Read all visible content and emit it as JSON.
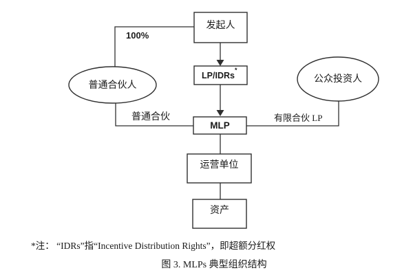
{
  "colors": {
    "background": "#ffffff",
    "line": "#2f2f2f",
    "text": "#1a1a1a"
  },
  "diagram": {
    "nodes": {
      "sponsor": {
        "label": "发起人"
      },
      "lp_idrs": {
        "label": "LP/IDRs",
        "superscript": "*"
      },
      "mlp": {
        "label": "MLP"
      },
      "operating_unit": {
        "label": "运营单位"
      },
      "assets": {
        "label": "资产"
      },
      "general_partner": {
        "label": "普通合伙人"
      },
      "public_investors": {
        "label": "公众投资人"
      }
    },
    "edge_labels": {
      "ownership_pct": "100%",
      "general_partnership": "普通合伙",
      "limited_partnership": "有限合伙 LP"
    }
  },
  "footnote": "*注： “IDRs”指“Incentive Distribution Rights”，即超额分红权",
  "caption": "图 3.  MLPs 典型组织结构"
}
